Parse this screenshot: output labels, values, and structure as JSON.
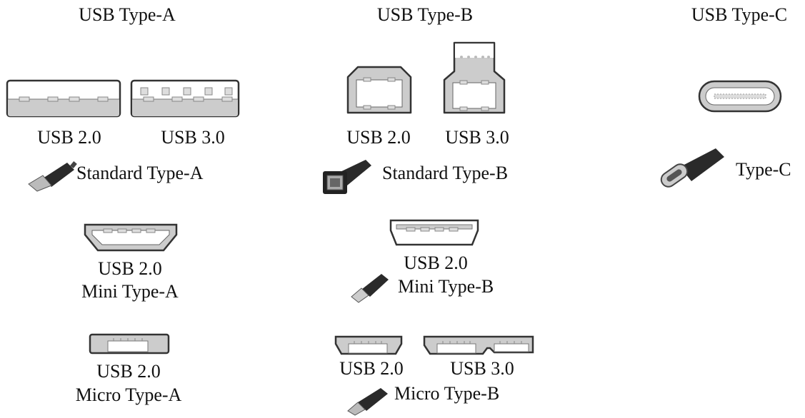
{
  "headers": {
    "type_a": "USB Type-A",
    "type_b": "USB Type-B",
    "type_c": "USB Type-C"
  },
  "type_a": {
    "standard": {
      "usb2_label": "USB 2.0",
      "usb3_label": "USB 3.0",
      "name": "Standard Type-A"
    },
    "mini": {
      "version": "USB 2.0",
      "name": "Mini Type-A"
    },
    "micro": {
      "version": "USB 2.0",
      "name": "Micro Type-A"
    }
  },
  "type_b": {
    "standard": {
      "usb2_label": "USB 2.0",
      "usb3_label": "USB 3.0",
      "name": "Standard Type-B"
    },
    "mini": {
      "version": "USB 2.0",
      "name": "Mini Type-B"
    },
    "micro": {
      "usb2_label": "USB 2.0",
      "usb3_label": "USB 3.0",
      "name": "Micro Type-B"
    }
  },
  "type_c": {
    "name": "Type-C"
  },
  "colors": {
    "outline": "#333333",
    "port_fill": "#cccccc",
    "plug": "#2a2a2a"
  }
}
